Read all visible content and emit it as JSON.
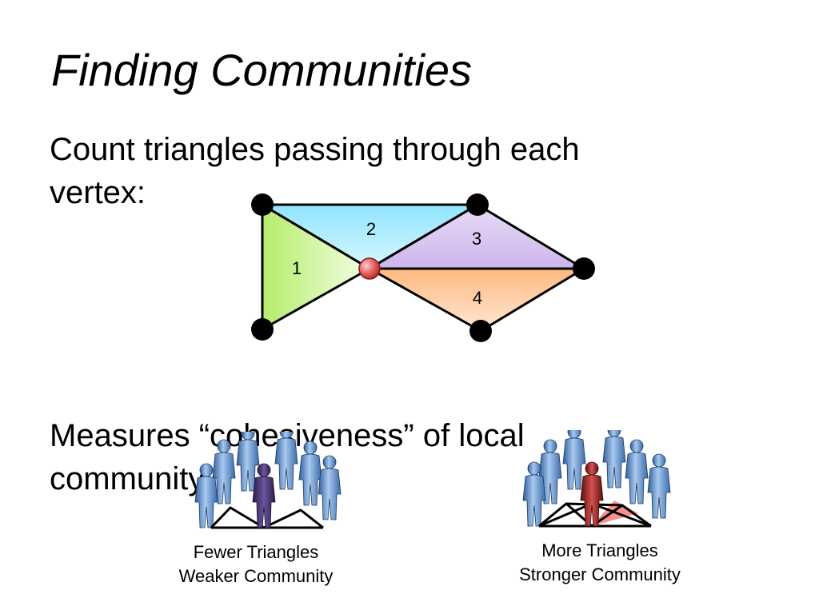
{
  "slide": {
    "title": "Finding Communities",
    "bullet1": "Count triangles passing through each vertex:",
    "bullet2": "Measures “cohesiveness” of local community"
  },
  "graph": {
    "triangle_labels": [
      "1",
      "2",
      "3",
      "4"
    ],
    "colors": {
      "triangle1": "#c6f08a",
      "triangle2": "#a9ecff",
      "triangle3": "#d9c6ef",
      "triangle4": "#ffc99a",
      "center_vertex": "#e05050",
      "vertex": "#000000"
    }
  },
  "captions": {
    "left": [
      "Fewer Triangles",
      "Weaker Community"
    ],
    "right": [
      "More Triangles",
      "Stronger Community"
    ]
  },
  "icons": {
    "people": "person-icon",
    "center_left": "person-icon-purple",
    "center_right": "person-icon-red"
  }
}
